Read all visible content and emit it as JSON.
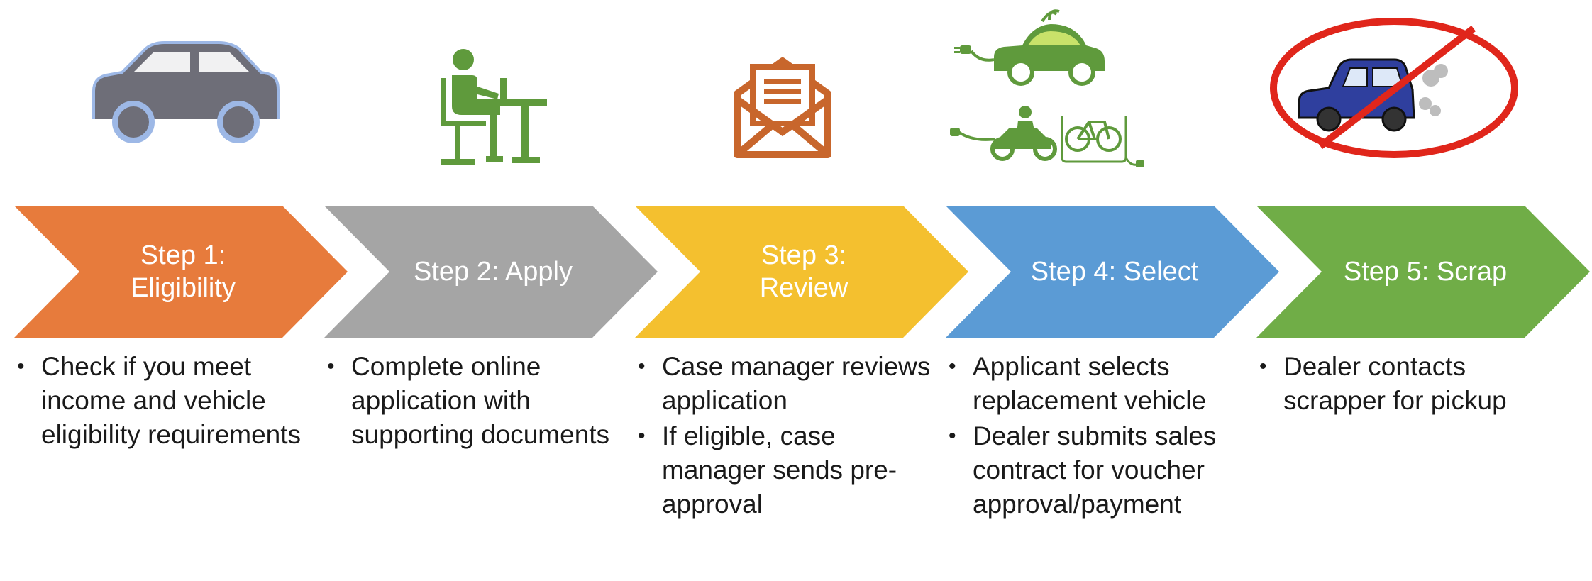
{
  "steps": [
    {
      "label": "Step 1:\nEligibility",
      "color": "#E77B3C",
      "icon": "gray-car-icon",
      "bullets": [
        "Check if you meet income and vehicle eligibility requirements"
      ]
    },
    {
      "label": "Step 2: Apply",
      "color": "#A5A5A5",
      "icon": "person-at-desk-icon",
      "bullets": [
        "Complete online application with supporting documents"
      ]
    },
    {
      "label": "Step 3:\nReview",
      "color": "#F4C02F",
      "icon": "envelope-document-icon",
      "bullets": [
        "Case manager reviews application",
        "If eligible, case manager sends pre-approval"
      ]
    },
    {
      "label": "Step 4: Select",
      "color": "#5B9BD5",
      "icon": "electric-vehicles-icon",
      "bullets": [
        "Applicant selects replacement vehicle",
        "Dealer submits sales contract for voucher approval/payment"
      ]
    },
    {
      "label": "Step 5: Scrap",
      "color": "#70AD47",
      "icon": "no-polluting-car-icon",
      "bullets": [
        "Dealer contacts scrapper for pickup"
      ]
    }
  ]
}
